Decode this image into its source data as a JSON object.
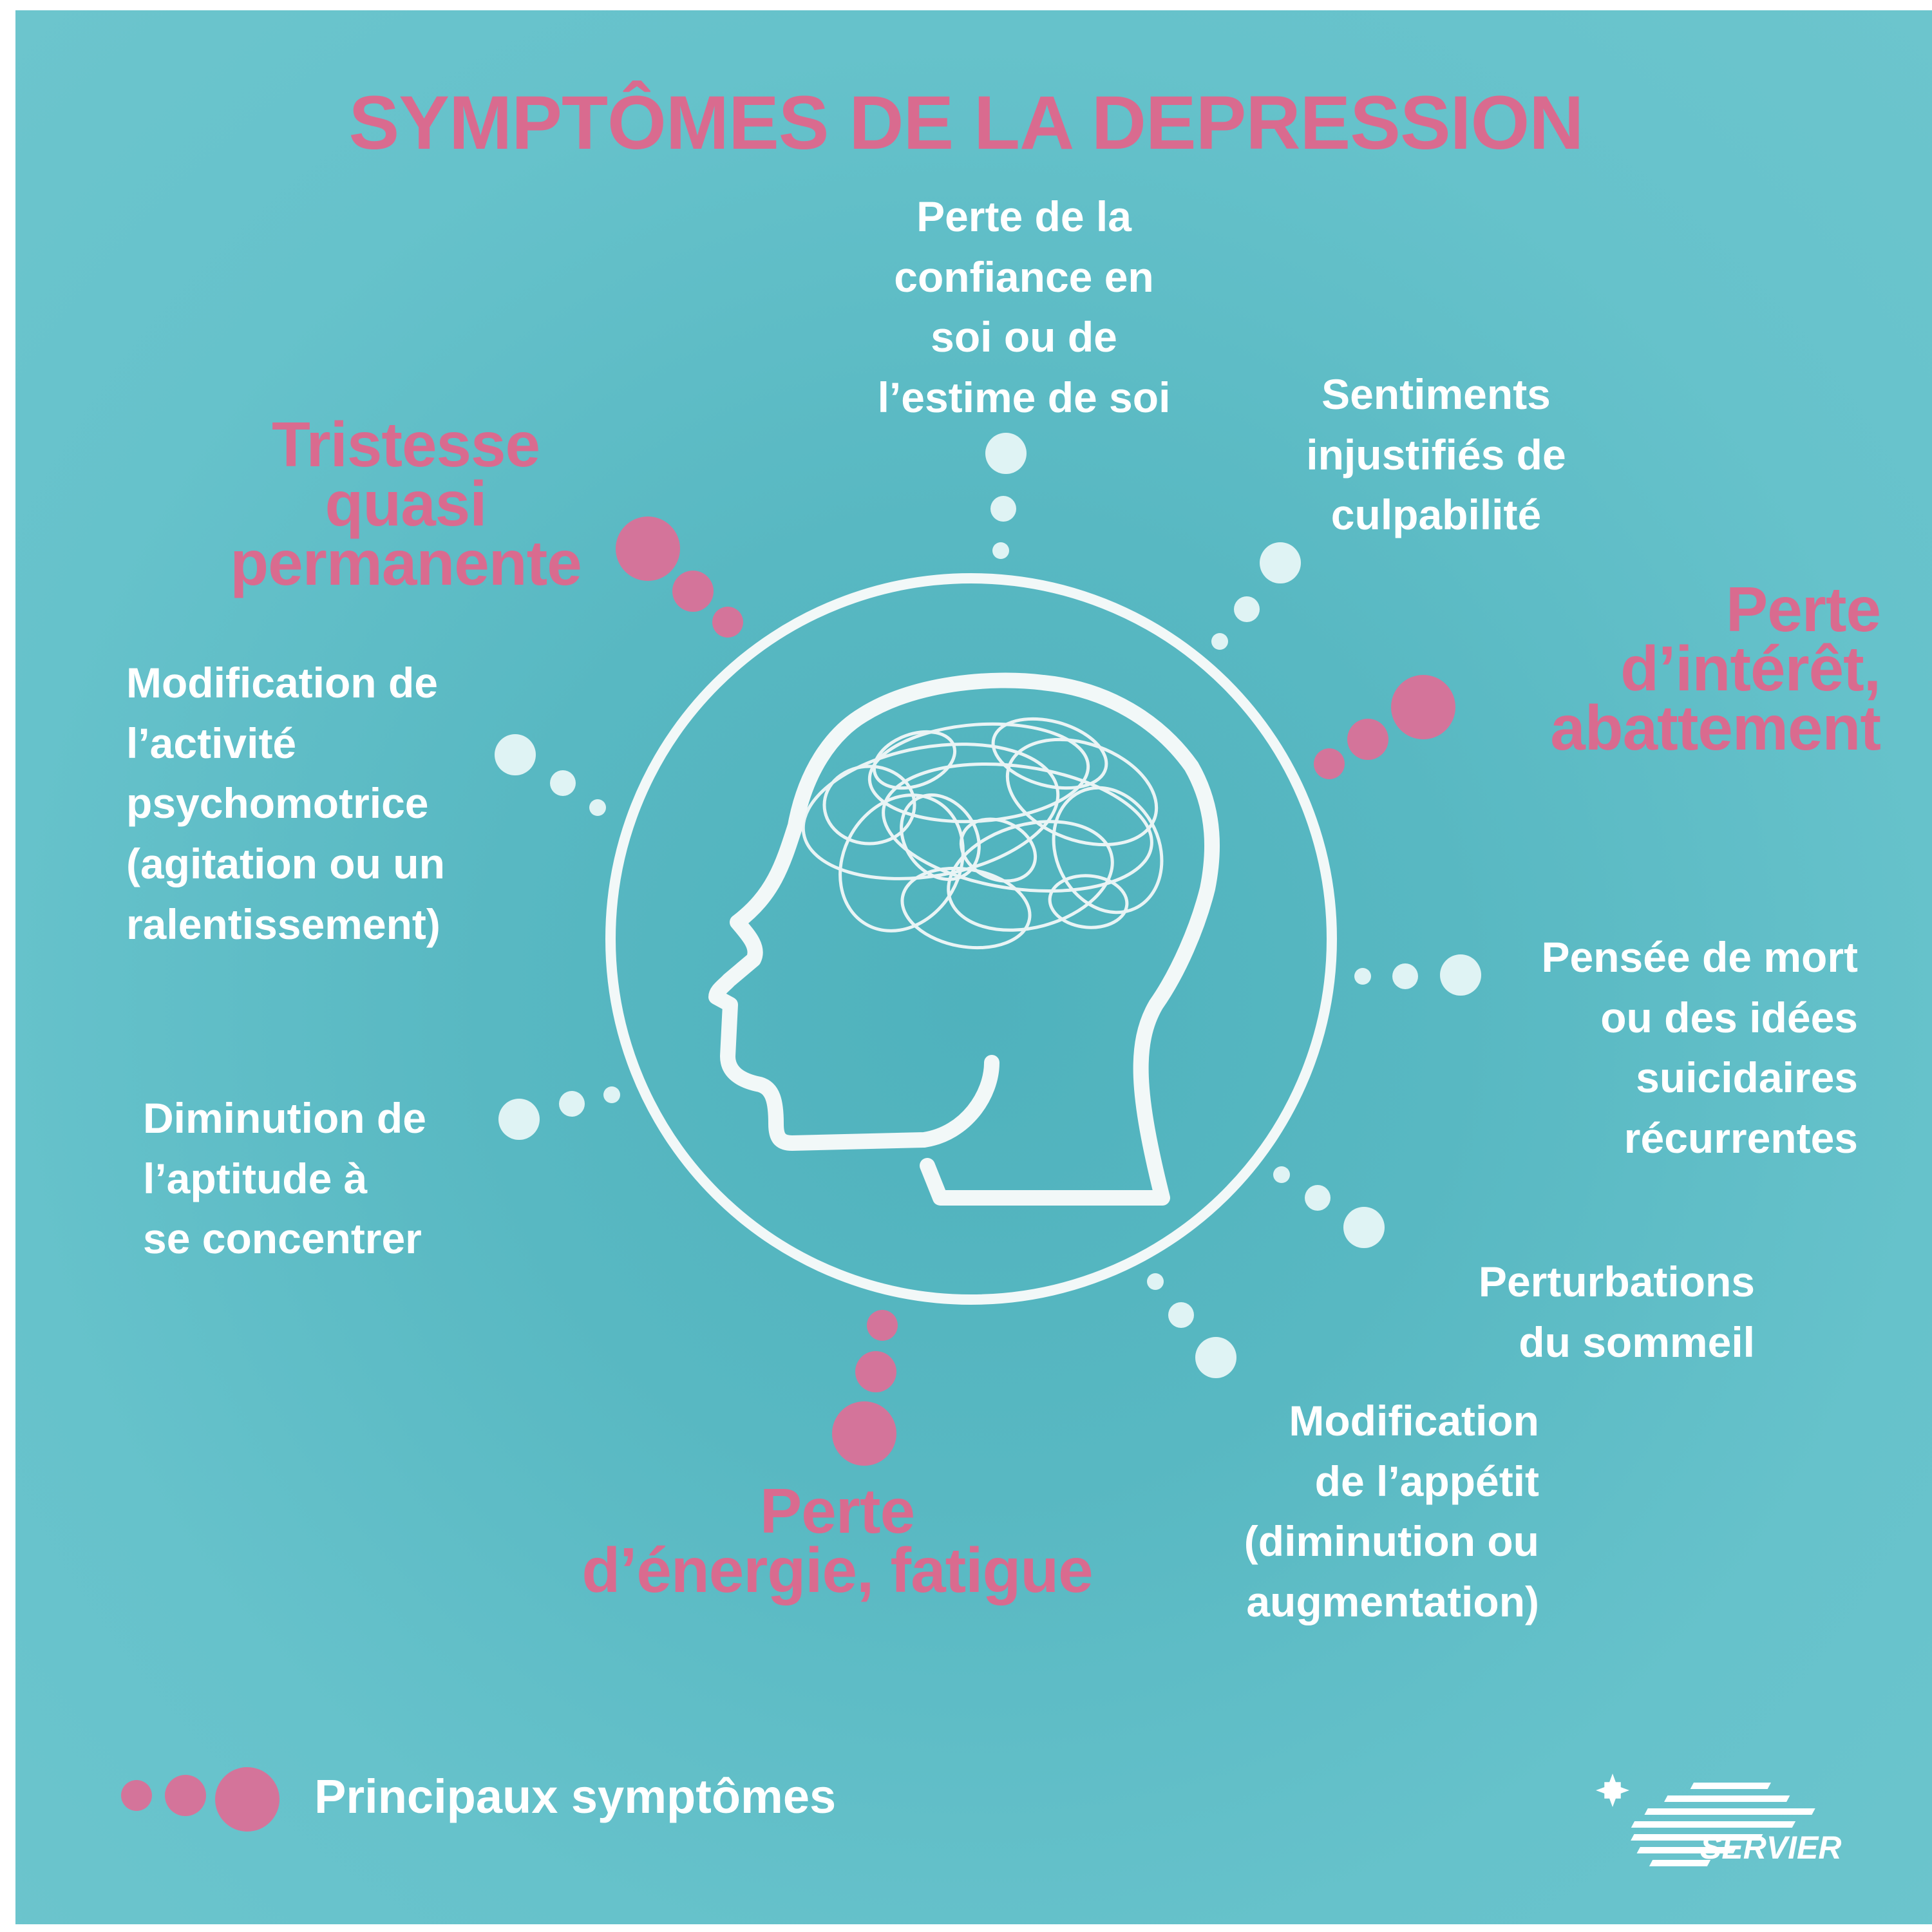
{
  "title": "SYMPTÔMES DE LA DEPRESSION",
  "symptoms": {
    "confiance": "Perte de la\nconfiance en\nsoi ou de\nl’estime de soi",
    "culpabilite": "Sentiments\ninjustifiés de\nculpabilité",
    "tristesse": "Tristesse\nquasi\npermanente",
    "interet": "Perte\nd’intérêt,\nabattement",
    "psychomotrice": "Modification de\nl’activité\npsychomotrice\n(agitation ou un\nralentissement)",
    "mort": "Pensée de mort\nou des idées\nsuicidaires\nrécurrentes",
    "concentration": "Diminution de\nl’aptitude  à\nse concentrer",
    "sommeil": "Perturbations\ndu sommeil",
    "appetit": "Modification\nde l’appétit\n(diminution ou\naugmentation)",
    "energie": "Perte\nd’énergie, fatigue"
  },
  "legend": {
    "label": "Principaux symptômes"
  },
  "brand": {
    "name": "SERVIER"
  },
  "colors": {
    "background": "#60bec7",
    "major": "#d96b8f",
    "minor": "#ffffff",
    "dot_minor": "#dff3f4",
    "head_outline": "#f2f8f8"
  },
  "icons": [
    "head-brain-icon",
    "servier-logo-icon"
  ]
}
